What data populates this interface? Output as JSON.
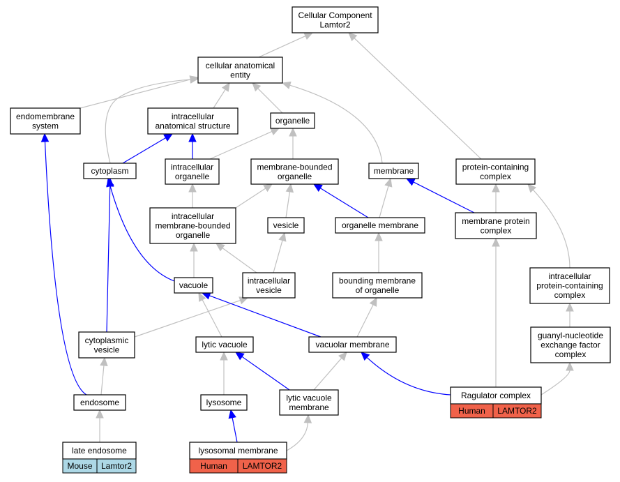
{
  "graph": {
    "colors": {
      "is_a": "#c0c0c0",
      "part_of": "#0000ff",
      "human": "#f0624a",
      "mouse": "#add8e6"
    },
    "nodes": [
      {
        "id": "root",
        "lines": [
          "Cellular Component",
          "Lamtor2"
        ]
      },
      {
        "id": "cae",
        "lines": [
          "cellular anatomical",
          "entity"
        ]
      },
      {
        "id": "endo",
        "lines": [
          "endomembrane",
          "system"
        ]
      },
      {
        "id": "ias",
        "lines": [
          "intracellular",
          "anatomical structure"
        ]
      },
      {
        "id": "org",
        "lines": [
          "organelle"
        ]
      },
      {
        "id": "cyto",
        "lines": [
          "cytoplasm"
        ]
      },
      {
        "id": "io",
        "lines": [
          "intracellular",
          "organelle"
        ]
      },
      {
        "id": "mbo",
        "lines": [
          "membrane-bounded",
          "organelle"
        ]
      },
      {
        "id": "mem",
        "lines": [
          "membrane"
        ]
      },
      {
        "id": "pcc",
        "lines": [
          "protein-containing",
          "complex"
        ]
      },
      {
        "id": "imbo",
        "lines": [
          "intracellular",
          "membrane-bounded",
          "organelle"
        ]
      },
      {
        "id": "ves",
        "lines": [
          "vesicle"
        ]
      },
      {
        "id": "om",
        "lines": [
          "organelle membrane"
        ]
      },
      {
        "id": "mpc",
        "lines": [
          "membrane protein",
          "complex"
        ]
      },
      {
        "id": "vac",
        "lines": [
          "vacuole"
        ]
      },
      {
        "id": "iv",
        "lines": [
          "intracellular",
          "vesicle"
        ]
      },
      {
        "id": "bmo",
        "lines": [
          "bounding membrane",
          "of organelle"
        ]
      },
      {
        "id": "ipcc",
        "lines": [
          "intracellular",
          "protein-containing",
          "complex"
        ]
      },
      {
        "id": "cv",
        "lines": [
          "cytoplasmic",
          "vesicle"
        ]
      },
      {
        "id": "lv",
        "lines": [
          "lytic vacuole"
        ]
      },
      {
        "id": "vm",
        "lines": [
          "vacuolar membrane"
        ]
      },
      {
        "id": "gnef",
        "lines": [
          "guanyl-nucleotide",
          "exchange factor",
          "complex"
        ]
      },
      {
        "id": "endosome",
        "lines": [
          "endosome"
        ]
      },
      {
        "id": "lyso",
        "lines": [
          "lysosome"
        ]
      },
      {
        "id": "lvm",
        "lines": [
          "lytic vacuole",
          "membrane"
        ]
      },
      {
        "id": "rag",
        "lines": [
          "Ragulator complex"
        ],
        "annotations": [
          {
            "species": "Human",
            "gene": "LAMTOR2"
          }
        ]
      },
      {
        "id": "le",
        "lines": [
          "late endosome"
        ],
        "annotations": [
          {
            "species": "Mouse",
            "gene": "Lamtor2"
          }
        ]
      },
      {
        "id": "lm",
        "lines": [
          "lysosomal membrane"
        ],
        "annotations": [
          {
            "species": "Human",
            "gene": "LAMTOR2"
          }
        ]
      }
    ],
    "edges": [
      {
        "from": "cae",
        "to": "root",
        "type": "is_a"
      },
      {
        "from": "pcc",
        "to": "root",
        "type": "is_a"
      },
      {
        "from": "endo",
        "to": "cae",
        "type": "is_a"
      },
      {
        "from": "ias",
        "to": "cae",
        "type": "is_a"
      },
      {
        "from": "org",
        "to": "cae",
        "type": "is_a"
      },
      {
        "from": "mem",
        "to": "cae",
        "type": "is_a"
      },
      {
        "from": "cyto",
        "to": "cae",
        "type": "is_a"
      },
      {
        "from": "cyto",
        "to": "ias",
        "type": "part_of"
      },
      {
        "from": "io",
        "to": "ias",
        "type": "part_of"
      },
      {
        "from": "io",
        "to": "org",
        "type": "is_a"
      },
      {
        "from": "mbo",
        "to": "org",
        "type": "is_a"
      },
      {
        "from": "imbo",
        "to": "io",
        "type": "is_a"
      },
      {
        "from": "imbo",
        "to": "mbo",
        "type": "is_a"
      },
      {
        "from": "ves",
        "to": "mbo",
        "type": "is_a"
      },
      {
        "from": "om",
        "to": "mbo",
        "type": "part_of"
      },
      {
        "from": "om",
        "to": "mem",
        "type": "is_a"
      },
      {
        "from": "mpc",
        "to": "mem",
        "type": "part_of"
      },
      {
        "from": "mpc",
        "to": "pcc",
        "type": "is_a"
      },
      {
        "from": "ipcc",
        "to": "pcc",
        "type": "is_a"
      },
      {
        "from": "vac",
        "to": "imbo",
        "type": "is_a"
      },
      {
        "from": "vac",
        "to": "cyto",
        "type": "part_of"
      },
      {
        "from": "iv",
        "to": "imbo",
        "type": "is_a"
      },
      {
        "from": "iv",
        "to": "ves",
        "type": "is_a"
      },
      {
        "from": "bmo",
        "to": "om",
        "type": "is_a"
      },
      {
        "from": "gnef",
        "to": "ipcc",
        "type": "is_a"
      },
      {
        "from": "cv",
        "to": "cyto",
        "type": "part_of"
      },
      {
        "from": "cv",
        "to": "iv",
        "type": "is_a"
      },
      {
        "from": "lv",
        "to": "vac",
        "type": "is_a"
      },
      {
        "from": "vm",
        "to": "vac",
        "type": "part_of"
      },
      {
        "from": "vm",
        "to": "bmo",
        "type": "is_a"
      },
      {
        "from": "endosome",
        "to": "cv",
        "type": "is_a"
      },
      {
        "from": "endosome",
        "to": "endo",
        "type": "part_of"
      },
      {
        "from": "lyso",
        "to": "lv",
        "type": "is_a"
      },
      {
        "from": "lvm",
        "to": "lv",
        "type": "part_of"
      },
      {
        "from": "lvm",
        "to": "vm",
        "type": "is_a"
      },
      {
        "from": "le",
        "to": "endosome",
        "type": "is_a"
      },
      {
        "from": "lm",
        "to": "lyso",
        "type": "part_of"
      },
      {
        "from": "lm",
        "to": "lvm",
        "type": "is_a"
      },
      {
        "from": "rag",
        "to": "vm",
        "type": "part_of"
      },
      {
        "from": "rag",
        "to": "mpc",
        "type": "is_a"
      },
      {
        "from": "rag",
        "to": "gnef",
        "type": "is_a"
      }
    ]
  }
}
